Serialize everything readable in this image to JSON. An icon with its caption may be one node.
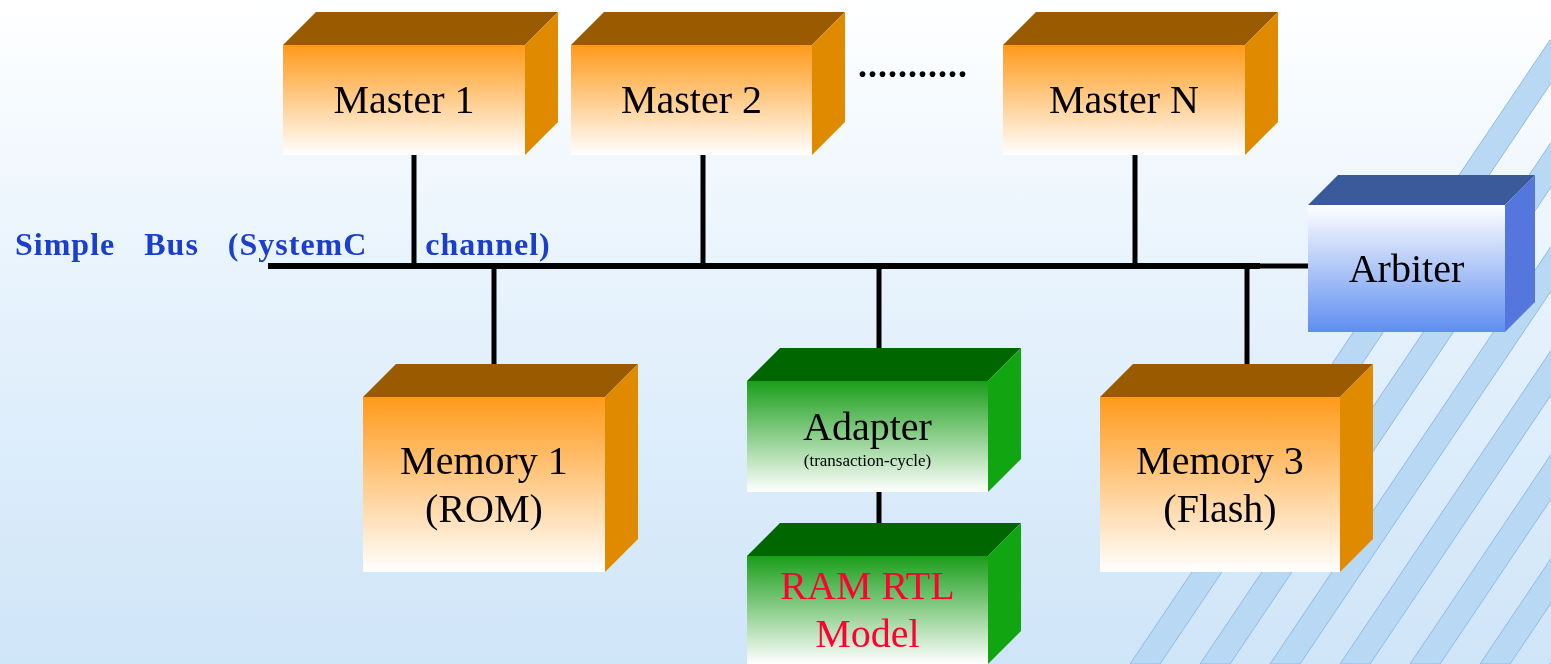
{
  "diagram": {
    "nodes": [
      {
        "text": [
          "Master 1"
        ]
      },
      {
        "text": [
          "Master 2"
        ]
      },
      {
        "text": [
          "Master N"
        ]
      },
      {
        "text": [
          "Simple Bus (SystemC  channel)"
        ]
      },
      {
        "text": [
          "Arbiter"
        ]
      },
      {
        "text": [
          "Memory 1 (ROM)"
        ]
      },
      {
        "text": [
          "Adapter",
          "(transaction-cycle)"
        ]
      },
      {
        "text": [
          "Memory 3 (Flash)"
        ]
      },
      {
        "text": [
          "RAM RTL Model"
        ]
      }
    ],
    "edges": [
      {
        "from": 0,
        "to": 3,
        "arrow": "none"
      },
      {
        "from": 1,
        "to": 3,
        "arrow": "none"
      },
      {
        "from": 2,
        "to": 3,
        "arrow": "none"
      },
      {
        "from": 3,
        "to": 4,
        "arrow": "none"
      },
      {
        "from": 3,
        "to": 5,
        "arrow": "none"
      },
      {
        "from": 3,
        "to": 6,
        "arrow": "none"
      },
      {
        "from": 3,
        "to": 7,
        "arrow": "none"
      },
      {
        "from": 6,
        "to": 8,
        "arrow": "none"
      }
    ],
    "labels": [
      "..........."
    ]
  }
}
